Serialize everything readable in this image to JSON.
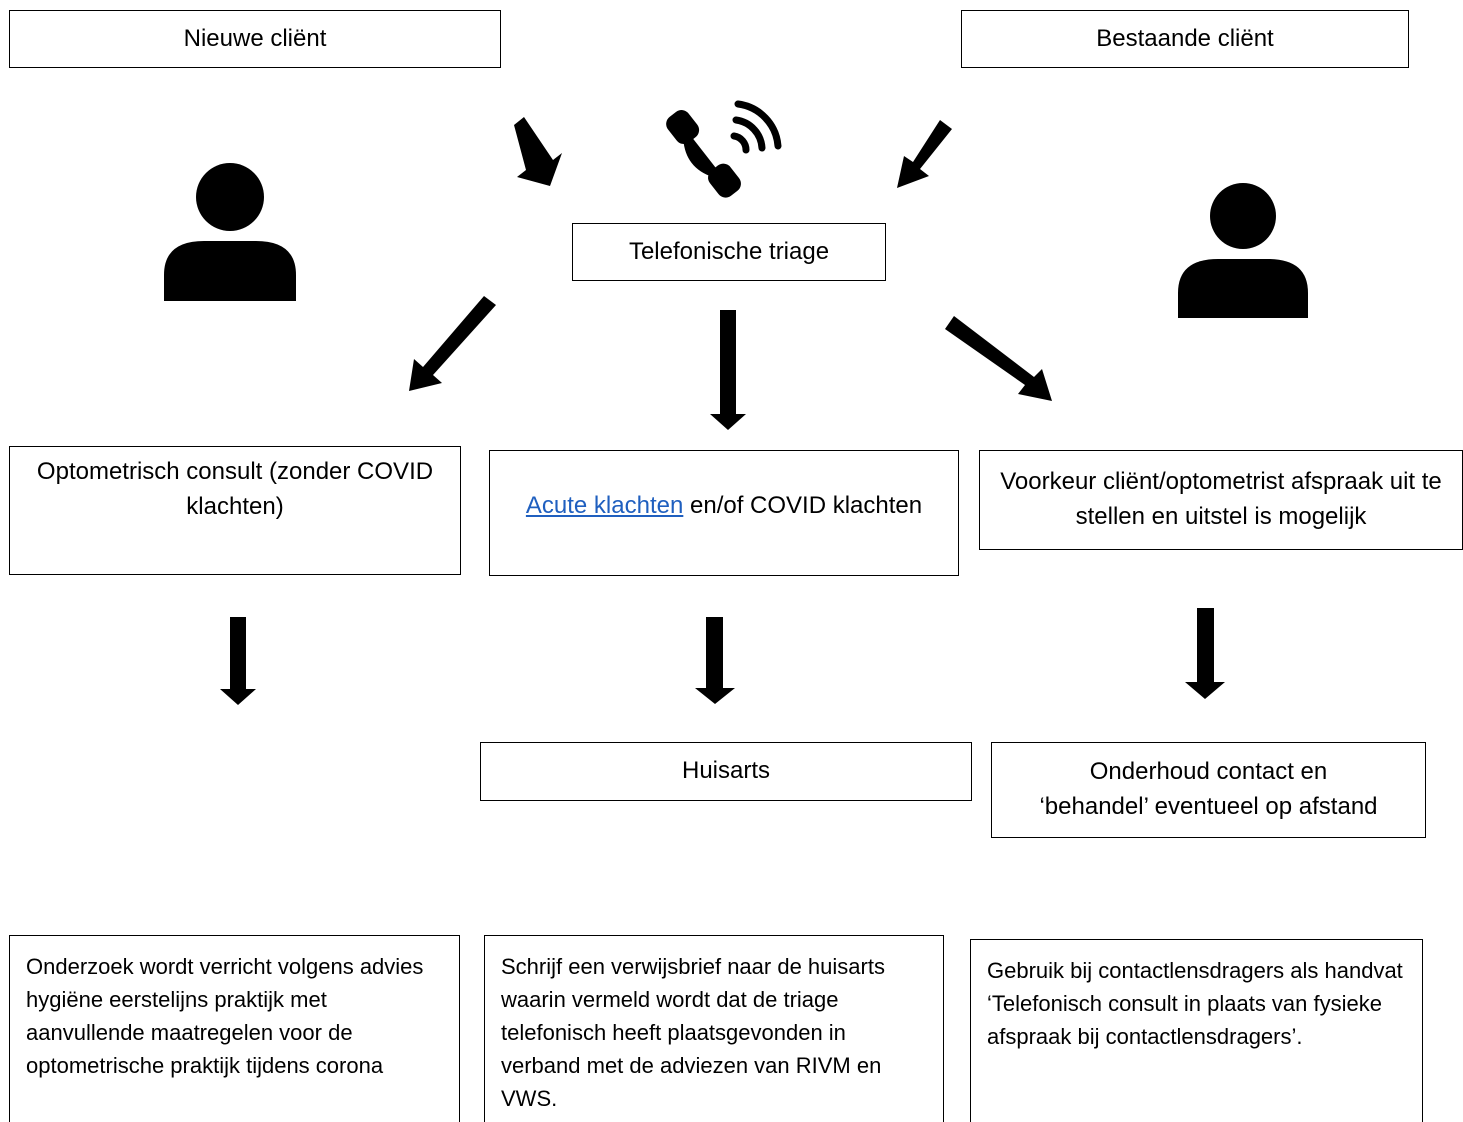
{
  "nodes": {
    "new_client": "Nieuwe cliënt",
    "existing_client": "Bestaande cliënt",
    "triage": "Telefonische triage",
    "optometric_consult": "Optometrisch consult (zonder COVID klachten)",
    "acute_link": "Acute klachten",
    "acute_rest": " en/of COVID klachten",
    "preference": "Voorkeur cliënt/optometrist afspraak uit te stellen en uitstel is mogelijk",
    "gp": "Huisarts",
    "remote_line1": "Onderhoud contact en",
    "remote_line2": "‘behandel’ eventueel op afstand"
  },
  "notes": {
    "research": "Onderzoek wordt verricht volgens advies hygiëne eerstelijns praktijk met aanvullende maatregelen voor de optometrische praktijk tijdens corona",
    "referral": "Schrijf een verwijsbrief naar de huisarts waarin vermeld wordt dat de triage telefonisch heeft plaatsgevonden in verband met de adviezen van RIVM en VWS.",
    "contact_lens": "Gebruik bij contactlensdragers als handvat ‘Telefonisch consult in plaats van fysieke afspraak bij contactlensdragers’."
  },
  "icons": {
    "person_left": "person-icon",
    "person_right": "person-icon",
    "phone": "phone-ringing-icon"
  },
  "colors": {
    "link": "#1f5fbf",
    "stroke": "#000000"
  }
}
